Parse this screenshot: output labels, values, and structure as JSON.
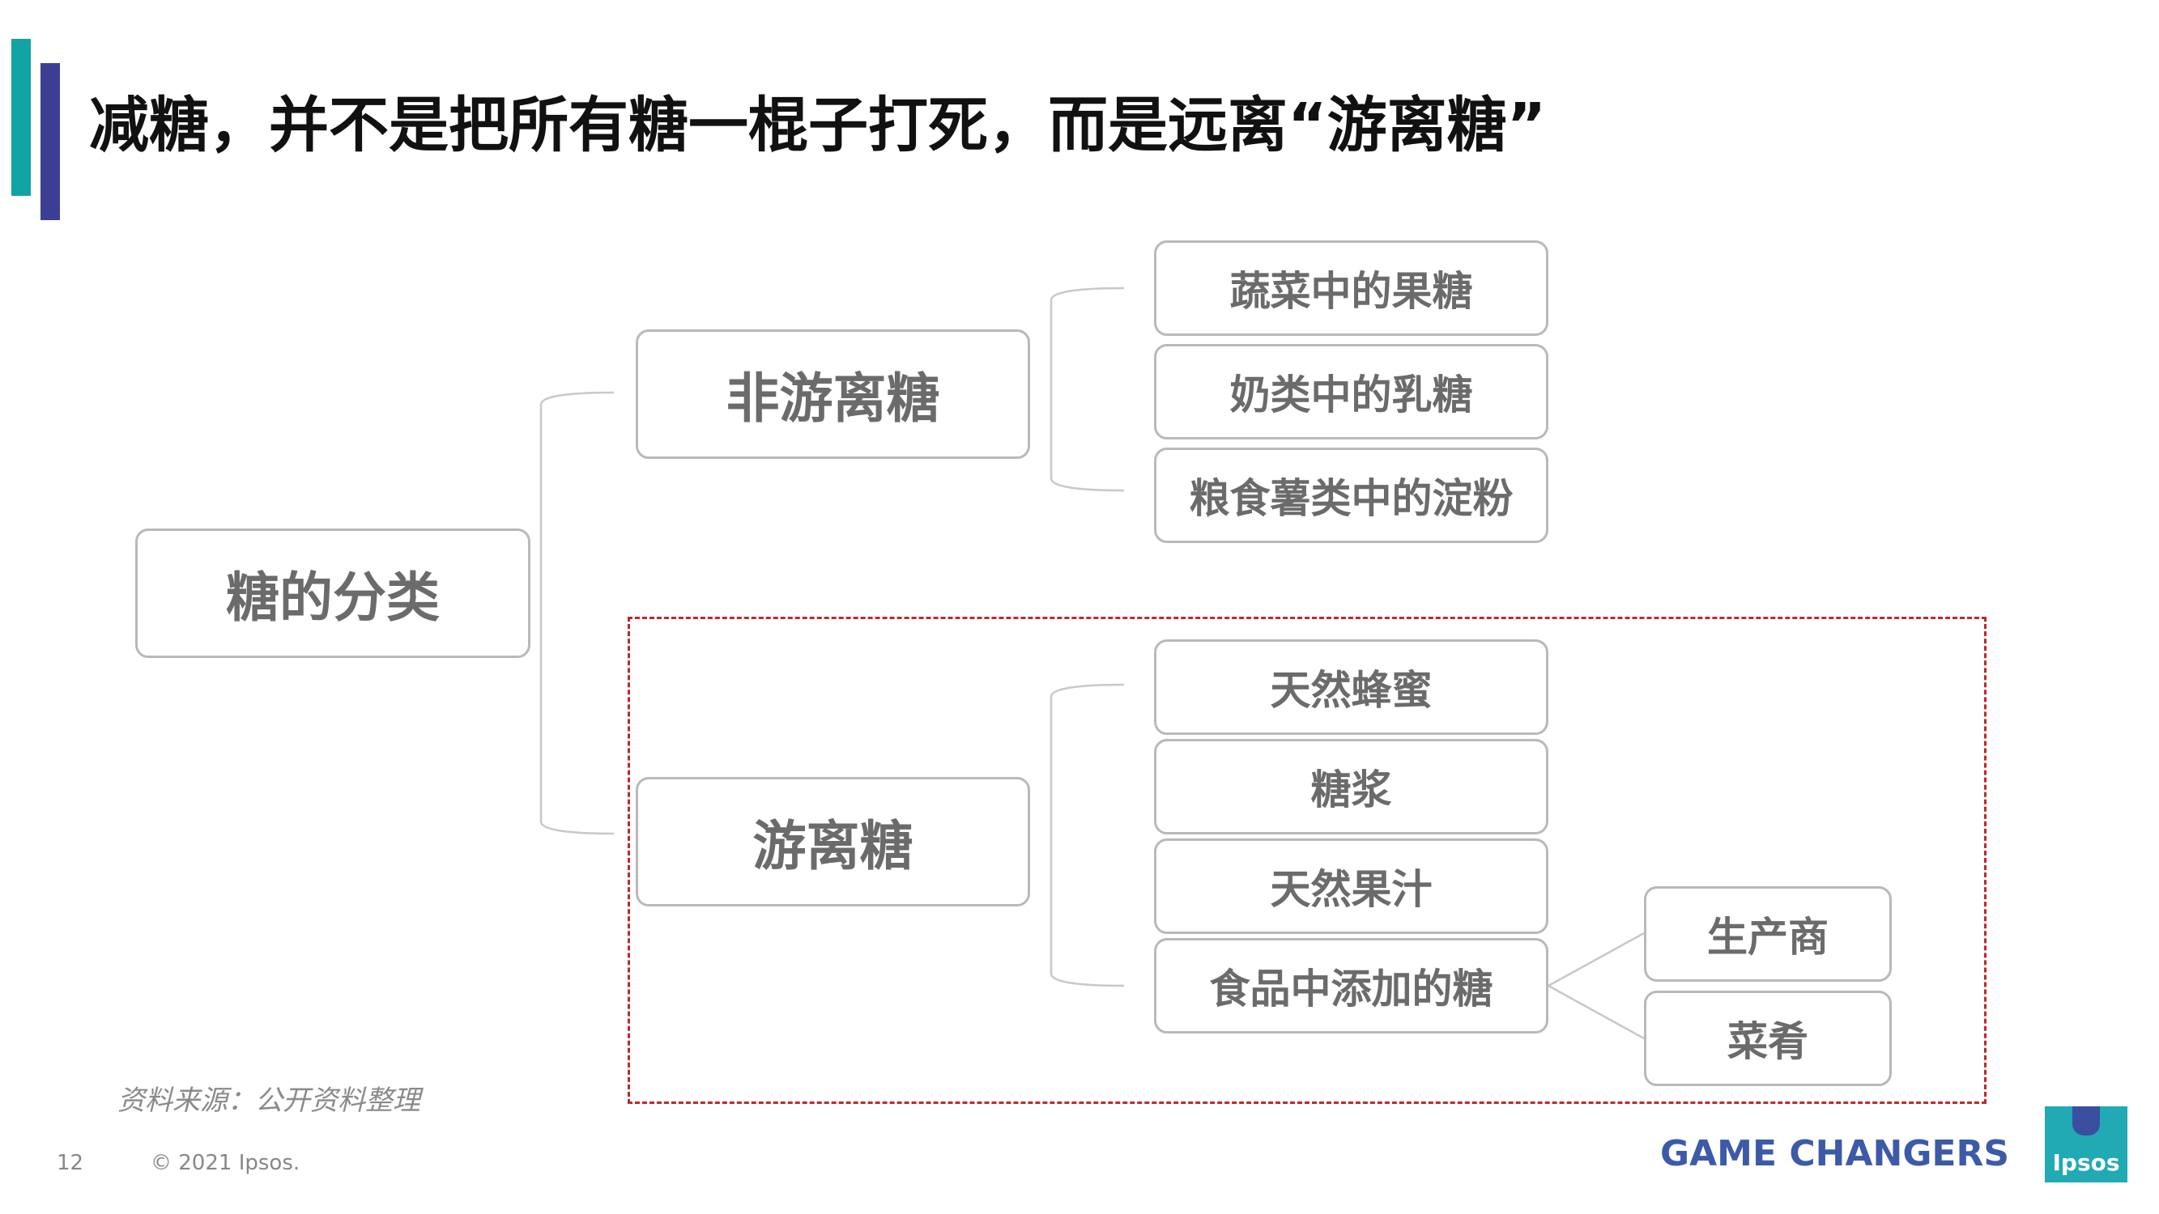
{
  "title": "减糖，并不是把所有糖一棍子打死，而是远离“游离糖”",
  "diagram": {
    "root": "糖的分类",
    "non_free": {
      "label": "非游离糖",
      "items": [
        "蔬菜中的果糖",
        "奶类中的乳糖",
        "粮食薯类中的淀粉"
      ]
    },
    "free": {
      "label": "游离糖",
      "items": [
        "天然蜂蜜",
        "糖浆",
        "天然果汁",
        "食品中添加的糖"
      ],
      "added_sugar_sources": [
        "生产商",
        "菜肴"
      ]
    },
    "colors": {
      "box_border": "#b9b9b9",
      "box_text": "#6b6b6b",
      "highlight_frame": "#c0282d",
      "accent_teal": "#12a3a3",
      "accent_navy": "#3b3f94"
    }
  },
  "source_note": "资料来源：公开资料整理",
  "footer": {
    "page_number": "12",
    "copyright": "© 2021 Ipsos.",
    "tagline": "GAME CHANGERS",
    "logo_text": "Ipsos"
  }
}
